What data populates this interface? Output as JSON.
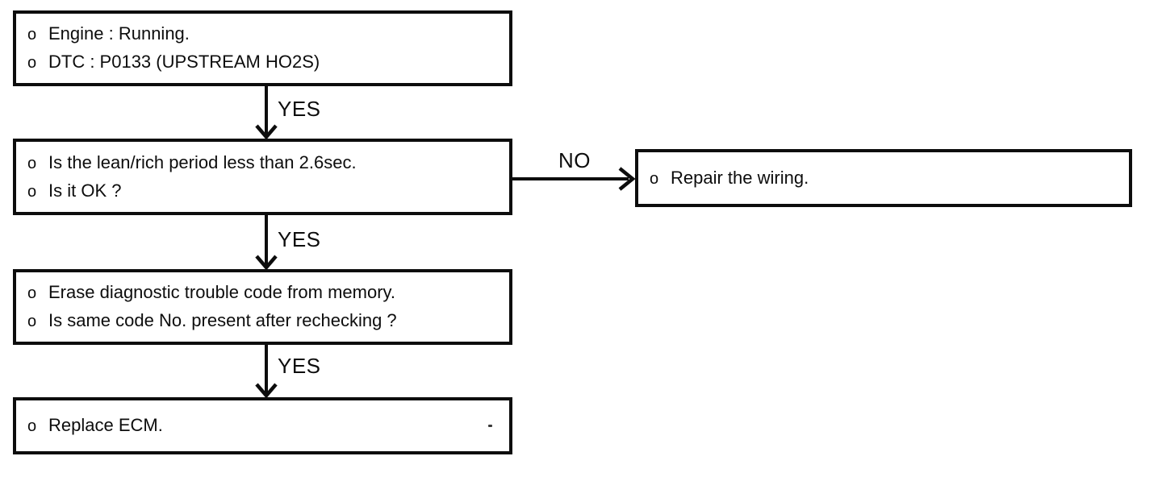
{
  "diagram": {
    "type": "flowchart",
    "title_hint": "DTC P0133 diagnostic flowchart",
    "bullet_char": "o",
    "colors": {
      "ink": "#0d0d0d",
      "paper": "#ffffff"
    },
    "nodes": {
      "start": {
        "lines": [
          "Engine : Running.",
          "DTC : P0133 (UPSTREAM HO2S)"
        ]
      },
      "check_period": {
        "lines": [
          "Is the lean/rich period less than 2.6sec.",
          "Is it OK ?"
        ]
      },
      "repair_wiring": {
        "lines": [
          "Repair the wiring."
        ]
      },
      "erase_code": {
        "lines": [
          "Erase diagnostic trouble code from memory.",
          "Is same code No. present after rechecking ?"
        ]
      },
      "replace_ecm": {
        "lines": [
          "Replace ECM."
        ]
      }
    },
    "edges": [
      {
        "from": "start",
        "to": "check_period",
        "label": "YES"
      },
      {
        "from": "check_period",
        "to": "repair_wiring",
        "label": "NO"
      },
      {
        "from": "check_period",
        "to": "erase_code",
        "label": "YES"
      },
      {
        "from": "erase_code",
        "to": "replace_ecm",
        "label": "YES"
      }
    ]
  }
}
